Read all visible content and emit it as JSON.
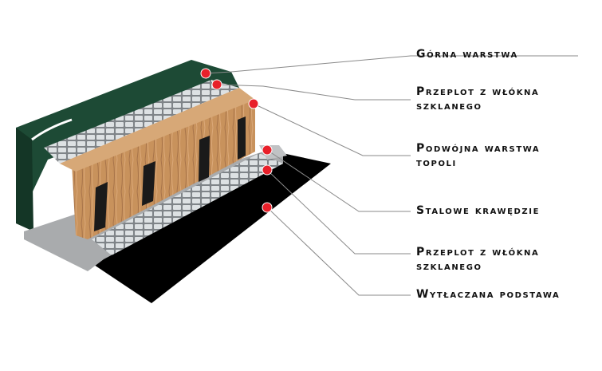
{
  "labels": [
    {
      "id": "top-layer",
      "text": "Górna warstwa"
    },
    {
      "id": "fiberglass-upper",
      "text": "Przeplot z  włókna\nszklanego"
    },
    {
      "id": "poplar-core",
      "text": "Podwójna warstwa\ntopoli"
    },
    {
      "id": "steel-edges",
      "text": "Stalowe krawędzie"
    },
    {
      "id": "fiberglass-lower",
      "text": "Przeplot z  włókna\nszklanego"
    },
    {
      "id": "extruded-base",
      "text": "Wytłaczana podstawa"
    }
  ],
  "colors": {
    "marker": "#e8202a",
    "leader_line": "#8a8a8a",
    "top_sheet": "#1d4a35",
    "wood": "#c8925c",
    "fiberglass": "#d4d8da",
    "base": "#000000",
    "steel": "#b9bbbd"
  },
  "icons": {
    "marker": "red-dot-icon"
  }
}
